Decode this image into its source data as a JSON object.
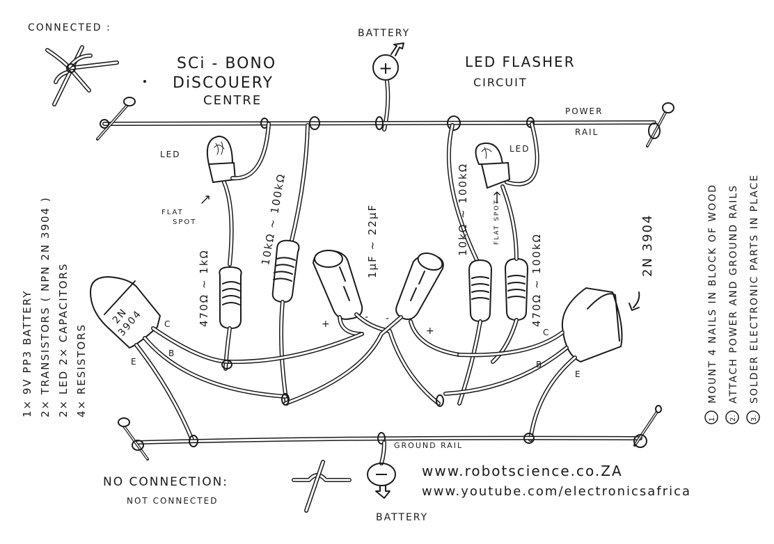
{
  "title": {
    "line1": "SCi - BONO",
    "line2": "DiSCOUERY",
    "line3": "CENTRE"
  },
  "circuit_title": {
    "line1": "LED  FLASHER",
    "line2": "CIRCUIT"
  },
  "legend": {
    "connected": "CONNECTED :",
    "no_connection": "NO CONNECTION:",
    "not_connected": "NOT CONNECTED"
  },
  "battery": {
    "top_label": "BATTERY",
    "top_symbol": "+",
    "bottom_label": "BATTERY",
    "bottom_symbol": "—"
  },
  "rails": {
    "power": [
      "POWER",
      "RAIL"
    ],
    "ground": "GROUND   RAIL"
  },
  "components": {
    "led_left": "LED",
    "led_right": "LED",
    "flat_spot_left": [
      "FLAT",
      "SPOT"
    ],
    "flat_spot_right": "FLAT SPOT",
    "resistor_1": "470Ω ~ 1kΩ",
    "resistor_2": "10kΩ ~ 100kΩ",
    "capacitor": "1µF ~ 22µF",
    "resistor_3": "10kΩ ~ 100kΩ",
    "resistor_4": "470Ω ~ 100kΩ",
    "transistor_left": [
      "2N",
      "3904"
    ],
    "transistor_right": "2N 3904",
    "pins": {
      "c": "C",
      "b": "B",
      "e": "E"
    },
    "cap_plus": "+",
    "cap_minus": "-"
  },
  "parts_list": [
    "1× 9V  PP3  BATTERY",
    "2× TRANSISTORS ( NPN  2N 3904 )",
    "2× LED    2× CAPACITORS",
    "4× RESISTORS"
  ],
  "instructions": [
    {
      "num": "1.",
      "text": "MOUNT  4  NAILS  IN  BLOCK  OF  WOOD"
    },
    {
      "num": "2.",
      "text": "ATTACH  POWER  AND  GROUND  RAILS"
    },
    {
      "num": "3.",
      "text": "SOLDER  ELECTRONIC  PARTS  IN  PLACE"
    }
  ],
  "links": [
    "www.robotscience.co.ZA",
    "www.youtube.com/electronicsafrica"
  ]
}
